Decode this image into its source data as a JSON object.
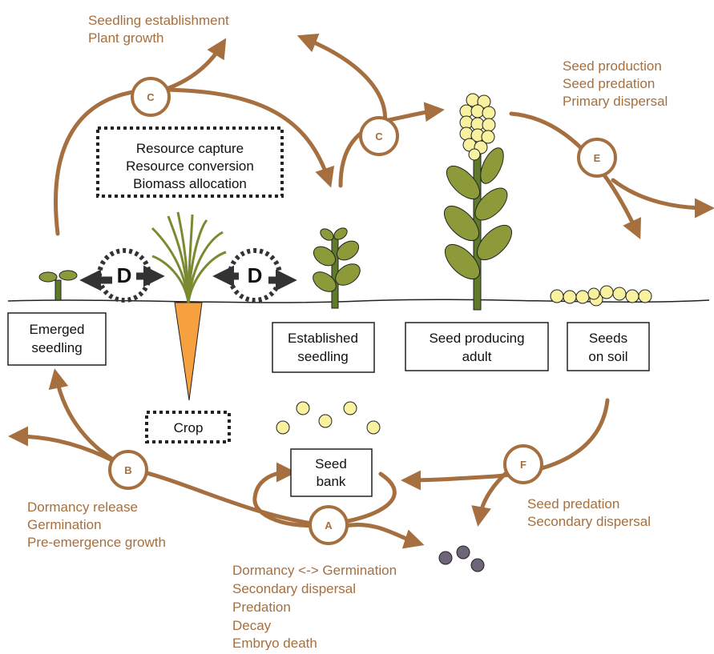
{
  "colors": {
    "process": "#a56f3f",
    "arrow": "#a56f3f",
    "leaf": "#8c9a3a",
    "stem": "#5e7a2a",
    "seed": "#f8f2a0",
    "crop_root": "#f7a040",
    "dark_seed": "#6e6678"
  },
  "processes": {
    "top_left": [
      "Seedling establishment",
      "Plant growth"
    ],
    "top_right": [
      "Seed production",
      "Seed predation",
      "Primary dispersal"
    ],
    "resource": [
      "Resource capture",
      "Resource conversion",
      "Biomass allocation"
    ],
    "right_mid": [
      "Seed predation",
      "Secondary dispersal"
    ],
    "left_mid": [
      "Dormancy release",
      "Germination",
      "Pre-emergence growth"
    ],
    "bottom": [
      "Dormancy <-> Germination",
      "Secondary dispersal",
      "Predation",
      "Decay",
      "Embryo death"
    ]
  },
  "stages": {
    "emerged": [
      "Emerged",
      "seedling"
    ],
    "established": [
      "Established",
      "seedling"
    ],
    "adult": [
      "Seed producing",
      "adult"
    ],
    "soil": [
      "Seeds",
      "on soil"
    ],
    "crop": "Crop",
    "bank": [
      "Seed",
      "bank"
    ]
  },
  "transitions": {
    "A": "A",
    "B": "B",
    "C1": "C",
    "C2": "C",
    "D1": "D",
    "D2": "D",
    "E": "E",
    "F": "F"
  }
}
